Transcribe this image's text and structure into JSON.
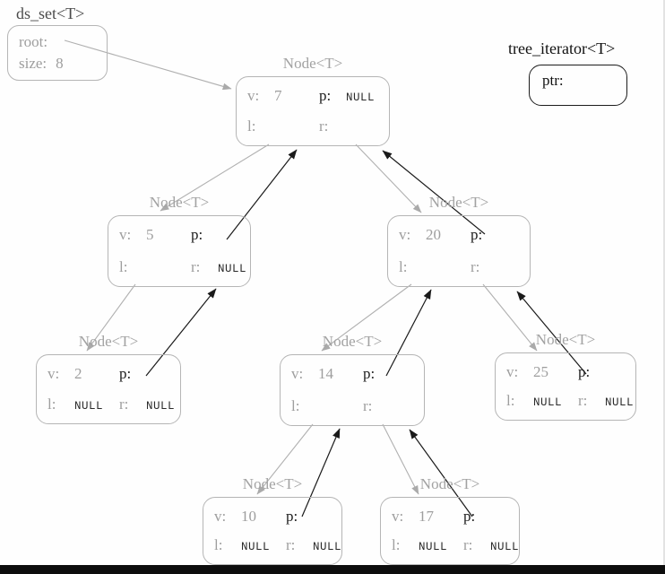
{
  "colors": {
    "structure_gray": "#a6a6a6",
    "pointer_black": "#1c1c1c"
  },
  "ds_set": {
    "title": "ds_set<T>",
    "root_label": "root:",
    "size_label": "size:",
    "size_value": "8"
  },
  "iterator": {
    "title": "tree_iterator<T>",
    "ptr_label": "ptr:"
  },
  "node_title": "Node<T>",
  "labels": {
    "v": "v:",
    "p": "p:",
    "l": "l:",
    "r": "r:",
    "null": "NULL"
  },
  "nodes": [
    {
      "name": "node-7",
      "v": "7",
      "p": "NULL",
      "l": "",
      "r": ""
    },
    {
      "name": "node-5",
      "v": "5",
      "p": "",
      "l": "",
      "r": "NULL"
    },
    {
      "name": "node-20",
      "v": "20",
      "p": "",
      "l": "",
      "r": ""
    },
    {
      "name": "node-2",
      "v": "2",
      "p": "",
      "l": "NULL",
      "r": "NULL"
    },
    {
      "name": "node-14",
      "v": "14",
      "p": "",
      "l": "",
      "r": ""
    },
    {
      "name": "node-25",
      "v": "25",
      "p": "",
      "l": "NULL",
      "r": "NULL"
    },
    {
      "name": "node-10",
      "v": "10",
      "p": "",
      "l": "NULL",
      "r": "NULL"
    },
    {
      "name": "node-17",
      "v": "17",
      "p": "",
      "l": "NULL",
      "r": "NULL"
    }
  ]
}
